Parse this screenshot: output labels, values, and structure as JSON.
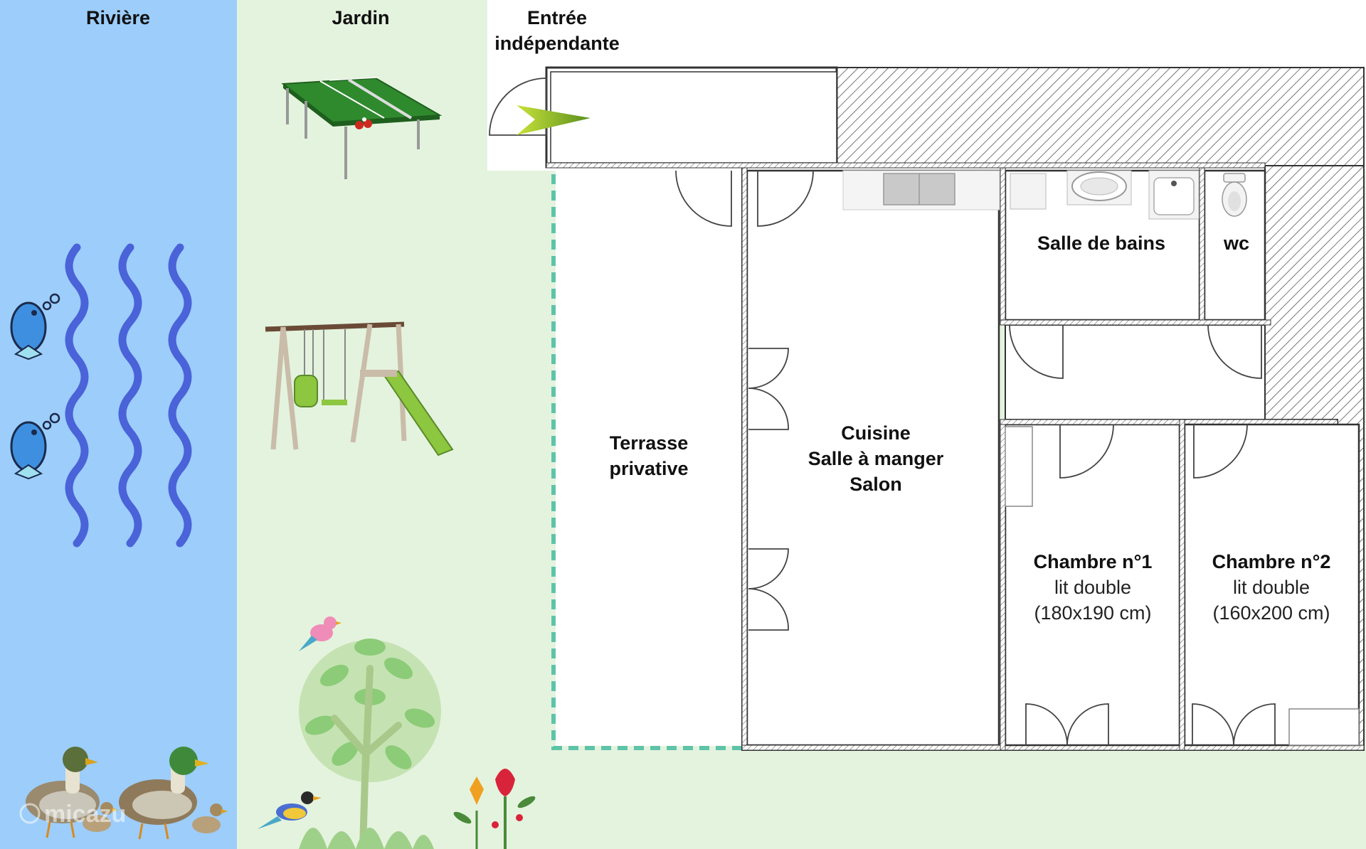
{
  "zones": {
    "river": "Rivière",
    "garden": "Jardin",
    "entrance_line1": "Entrée",
    "entrance_line2": "indépendante"
  },
  "rooms": {
    "terrace_line1": "Terrasse",
    "terrace_line2": "privative",
    "living_line1": "Cuisine",
    "living_line2": "Salle à manger",
    "living_line3": "Salon",
    "bathroom": "Salle de bains",
    "wc": "wc",
    "bedroom1_title": "Chambre n°1",
    "bedroom1_bed": "lit double",
    "bedroom1_size": "(180x190 cm)",
    "bedroom2_title": "Chambre n°2",
    "bedroom2_bed": "lit double",
    "bedroom2_size": "(160x200 cm)"
  },
  "watermark": "micazu",
  "colors": {
    "river": "#9ccdfb",
    "garden": "#e4f3de",
    "wave": "#4a63d8",
    "terrace_border": "#5ec4a8",
    "hatch": "#555555"
  },
  "icons": [
    "ping-pong-table-icon",
    "swing-set-icon",
    "tree-icon",
    "fish-icon",
    "duck-icon",
    "bird-icon",
    "flower-icon",
    "sink-icon",
    "toilet-icon",
    "entrance-arrow-icon"
  ]
}
